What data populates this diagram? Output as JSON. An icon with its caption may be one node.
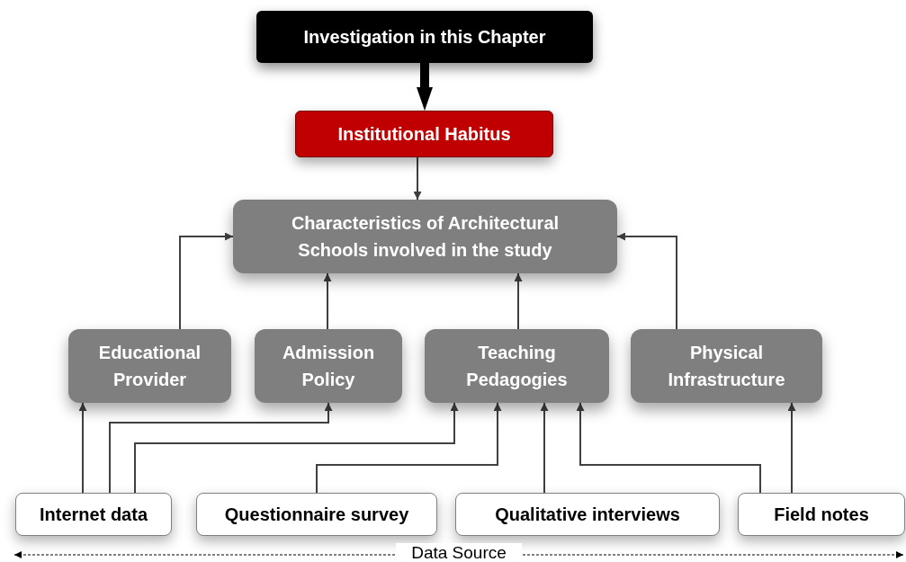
{
  "diagram": {
    "nodes": [
      {
        "text": [
          "Investigation in this Chapter"
        ]
      },
      {
        "text": [
          "Institutional Habitus"
        ]
      },
      {
        "text": [
          "Characteristics of Architectural Schools involved in the study"
        ]
      },
      {
        "text": [
          "Educational Provider"
        ]
      },
      {
        "text": [
          "Admission Policy"
        ]
      },
      {
        "text": [
          "Teaching Pedagogies"
        ]
      },
      {
        "text": [
          "Physical Infrastructure"
        ]
      },
      {
        "text": [
          "Internet data"
        ]
      },
      {
        "text": [
          "Questionnaire survey"
        ]
      },
      {
        "text": [
          "Qualitative interviews"
        ]
      },
      {
        "text": [
          "Field notes"
        ]
      }
    ],
    "edges": [
      {
        "from": 0,
        "to": 1,
        "arrow": "to",
        "style": "thick"
      },
      {
        "from": 1,
        "to": 2,
        "arrow": "to"
      },
      {
        "from": 3,
        "to": 2,
        "arrow": "to"
      },
      {
        "from": 4,
        "to": 2,
        "arrow": "to"
      },
      {
        "from": 5,
        "to": 2,
        "arrow": "to"
      },
      {
        "from": 6,
        "to": 2,
        "arrow": "to"
      },
      {
        "from": 7,
        "to": 3,
        "arrow": "to"
      },
      {
        "from": 7,
        "to": 4,
        "arrow": "to"
      },
      {
        "from": 7,
        "to": 5,
        "arrow": "to"
      },
      {
        "from": 8,
        "to": 5,
        "arrow": "to"
      },
      {
        "from": 9,
        "to": 5,
        "arrow": "to"
      },
      {
        "from": 10,
        "to": 5,
        "arrow": "to"
      },
      {
        "from": 10,
        "to": 6,
        "arrow": "to"
      }
    ],
    "labels": [
      "Data Source"
    ]
  }
}
